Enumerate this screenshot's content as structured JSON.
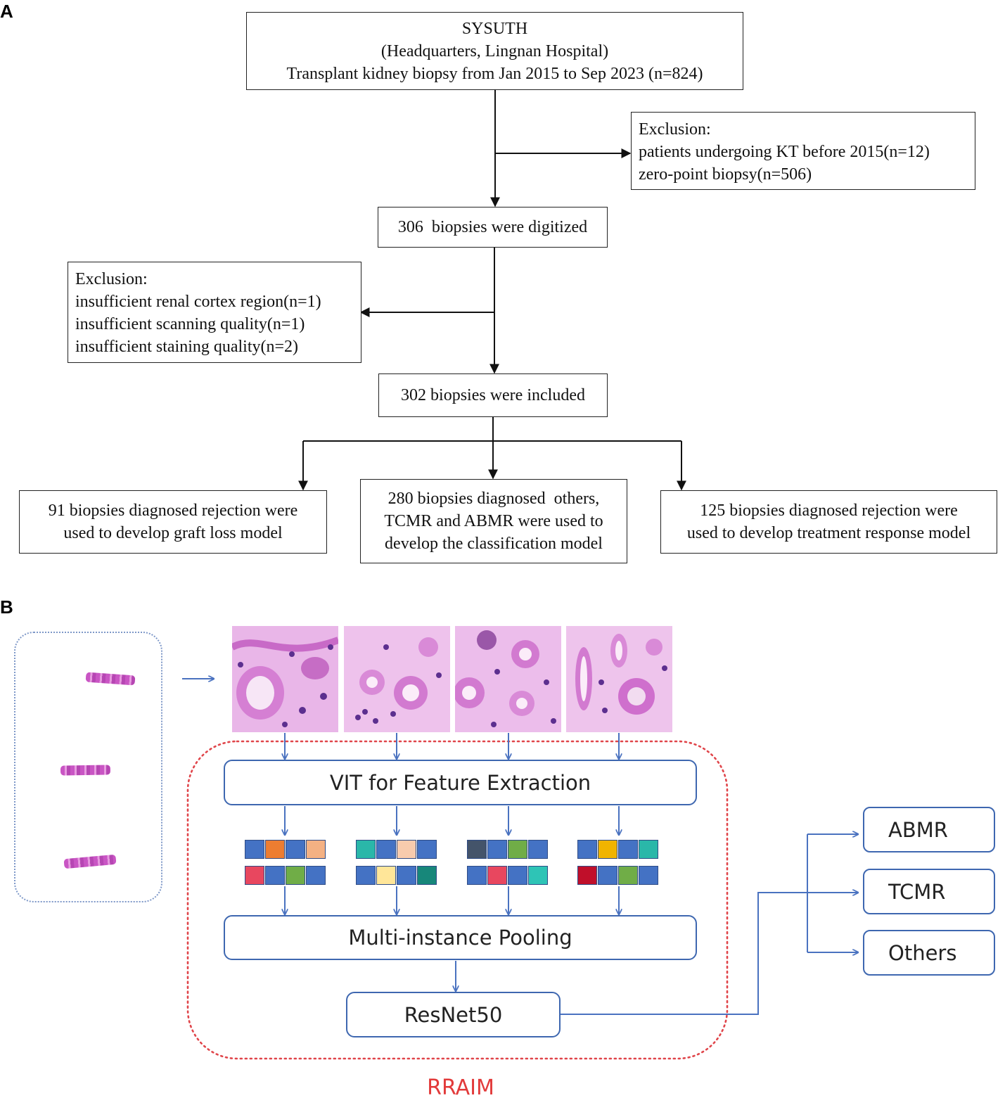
{
  "panel_a": {
    "label": "A",
    "source_box": {
      "lines": [
        "SYSUTH",
        "(Headquarters, Lingnan Hospital)",
        "Transplant kidney biopsy from Jan 2015 to Sep 2023 (n=824)"
      ]
    },
    "exclusion_1": {
      "lines": [
        "Exclusion:",
        "patients undergoing KT before 2015(n=12)",
        "zero-point biopsy(n=506)"
      ]
    },
    "digitized_box": {
      "text": "306  biopsies were digitized"
    },
    "exclusion_2": {
      "lines": [
        "Exclusion:",
        "insufficient renal cortex region(n=1)",
        "insufficient scanning quality(n=1)",
        "insufficient staining quality(n=2)"
      ]
    },
    "included_box": {
      "text": "302 biopsies were included"
    },
    "outcomes": [
      {
        "lines": [
          "91 biopsies diagnosed rejection were",
          "used to develop graft loss model"
        ]
      },
      {
        "lines": [
          "280 biopsies diagnosed  others,",
          "TCMR and ABMR were used to",
          "develop the classification model"
        ]
      },
      {
        "lines": [
          "125 biopsies diagnosed rejection were",
          "used to develop treatment response model"
        ]
      }
    ]
  },
  "panel_b": {
    "label": "B",
    "feature_extraction": "VIT for Feature Extraction",
    "pooling": "Multi-instance Pooling",
    "backbone": "ResNet50",
    "outputs": [
      "ABMR",
      "TCMR",
      "Others"
    ],
    "framework_name": "RRAIM",
    "colors": {
      "connector": "#4a72c0",
      "box_border": "#3e67b0",
      "framework_border": "#e0454a",
      "framework_name": "#e23a3a"
    },
    "feature_colors": [
      [
        "#4472c4",
        "#ed7d31",
        "#4472c4",
        "#f4b183",
        "#e8475f",
        "#4472c4",
        "#70ad47",
        "#4472c4"
      ],
      [
        "#2ab7a9",
        "#4472c4",
        "#f8cbad",
        "#4472c4",
        "#4472c4",
        "#ffe699",
        "#4472c4",
        "#17877a"
      ],
      [
        "#44546a",
        "#4472c4",
        "#70ad47",
        "#4472c4",
        "#4472c4",
        "#e8475f",
        "#4472c4",
        "#2ec4b6"
      ],
      [
        "#4472c4",
        "#f0b400",
        "#4472c4",
        "#2ab7a9",
        "#c00f2a",
        "#4472c4",
        "#70ad47",
        "#4472c4"
      ]
    ]
  }
}
